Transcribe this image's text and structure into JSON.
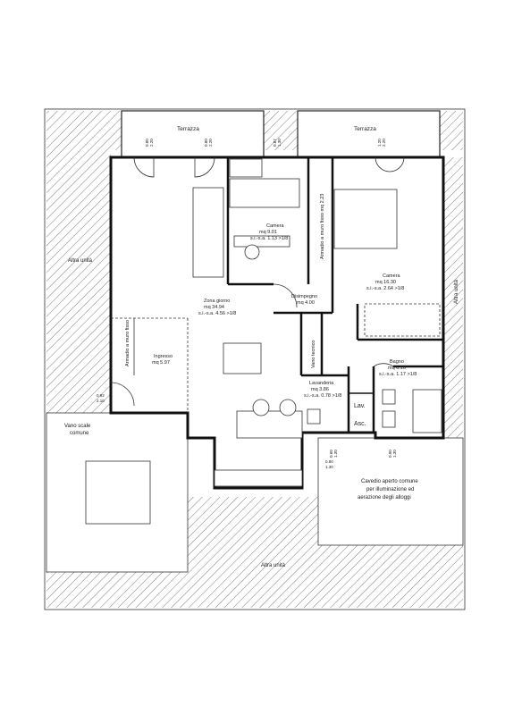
{
  "rooms": {
    "terrace_left": "Terrazza",
    "terrace_right": "Terrazza",
    "camera_small": {
      "name": "Camera",
      "area": "mq  9.01",
      "ratio": "s.i.-s.a.  1.13 >1/8"
    },
    "camera_large": {
      "name": "Camera",
      "area": "mq  16.30",
      "ratio": "s.i.-s.a.  2.64 >1/8"
    },
    "zona_giorno": {
      "name": "Zona giorno",
      "area": "mq  34.94",
      "ratio": "s.i.-s.a.  4.56 >1/8"
    },
    "disimpegno": {
      "name": "Disimpegno",
      "area": "mq  4.00"
    },
    "ingresso": {
      "name": "Ingresso",
      "area": "mq  5.97"
    },
    "lavanderia": {
      "name": "Lavanderia",
      "area": "mq  3.86",
      "ratio": "s.i.-s.a.  0.78 >1/8"
    },
    "bagno": {
      "name": "Bagno",
      "area": "mq  6.16",
      "ratio": "s.i.-s.a.  1.17 >1/8"
    },
    "armadio_ingresso": "Armadio a muro fisso",
    "armadio_camera": "Armadio a muro fisso mq 2.23",
    "vano_tecnico": "Vano tecnico",
    "lav": "Lav.",
    "asc": "Asc."
  },
  "areas": {
    "altra_unita_left": "Altra unità",
    "altra_unita_right": "Altra unità",
    "altra_unita_bottom": "Altra unità",
    "vano_scale_line1": "Vano scale",
    "vano_scale_line2": "comune",
    "cavedio_line1": "Cavedio aperto comune",
    "cavedio_line2": "per illuminazione ed",
    "cavedio_line3": "aerazione degli alloggi"
  },
  "dimensions": {
    "w1_a": "0.80",
    "w1_b": "2.20",
    "w2_a": "0.80",
    "w2_b": "2.20",
    "w3_a": "0.87",
    "w3_b": "1.30",
    "w4_a": "1.20",
    "w4_b": "2.20",
    "door_entry_a": "0.92",
    "door_entry_b": "2.10",
    "lav_a": "0.60",
    "lav_b": "1.30",
    "lav2_a": "0.80",
    "lav2_b": "1.30",
    "bath_a": "0.90",
    "bath_b": "1.30"
  }
}
